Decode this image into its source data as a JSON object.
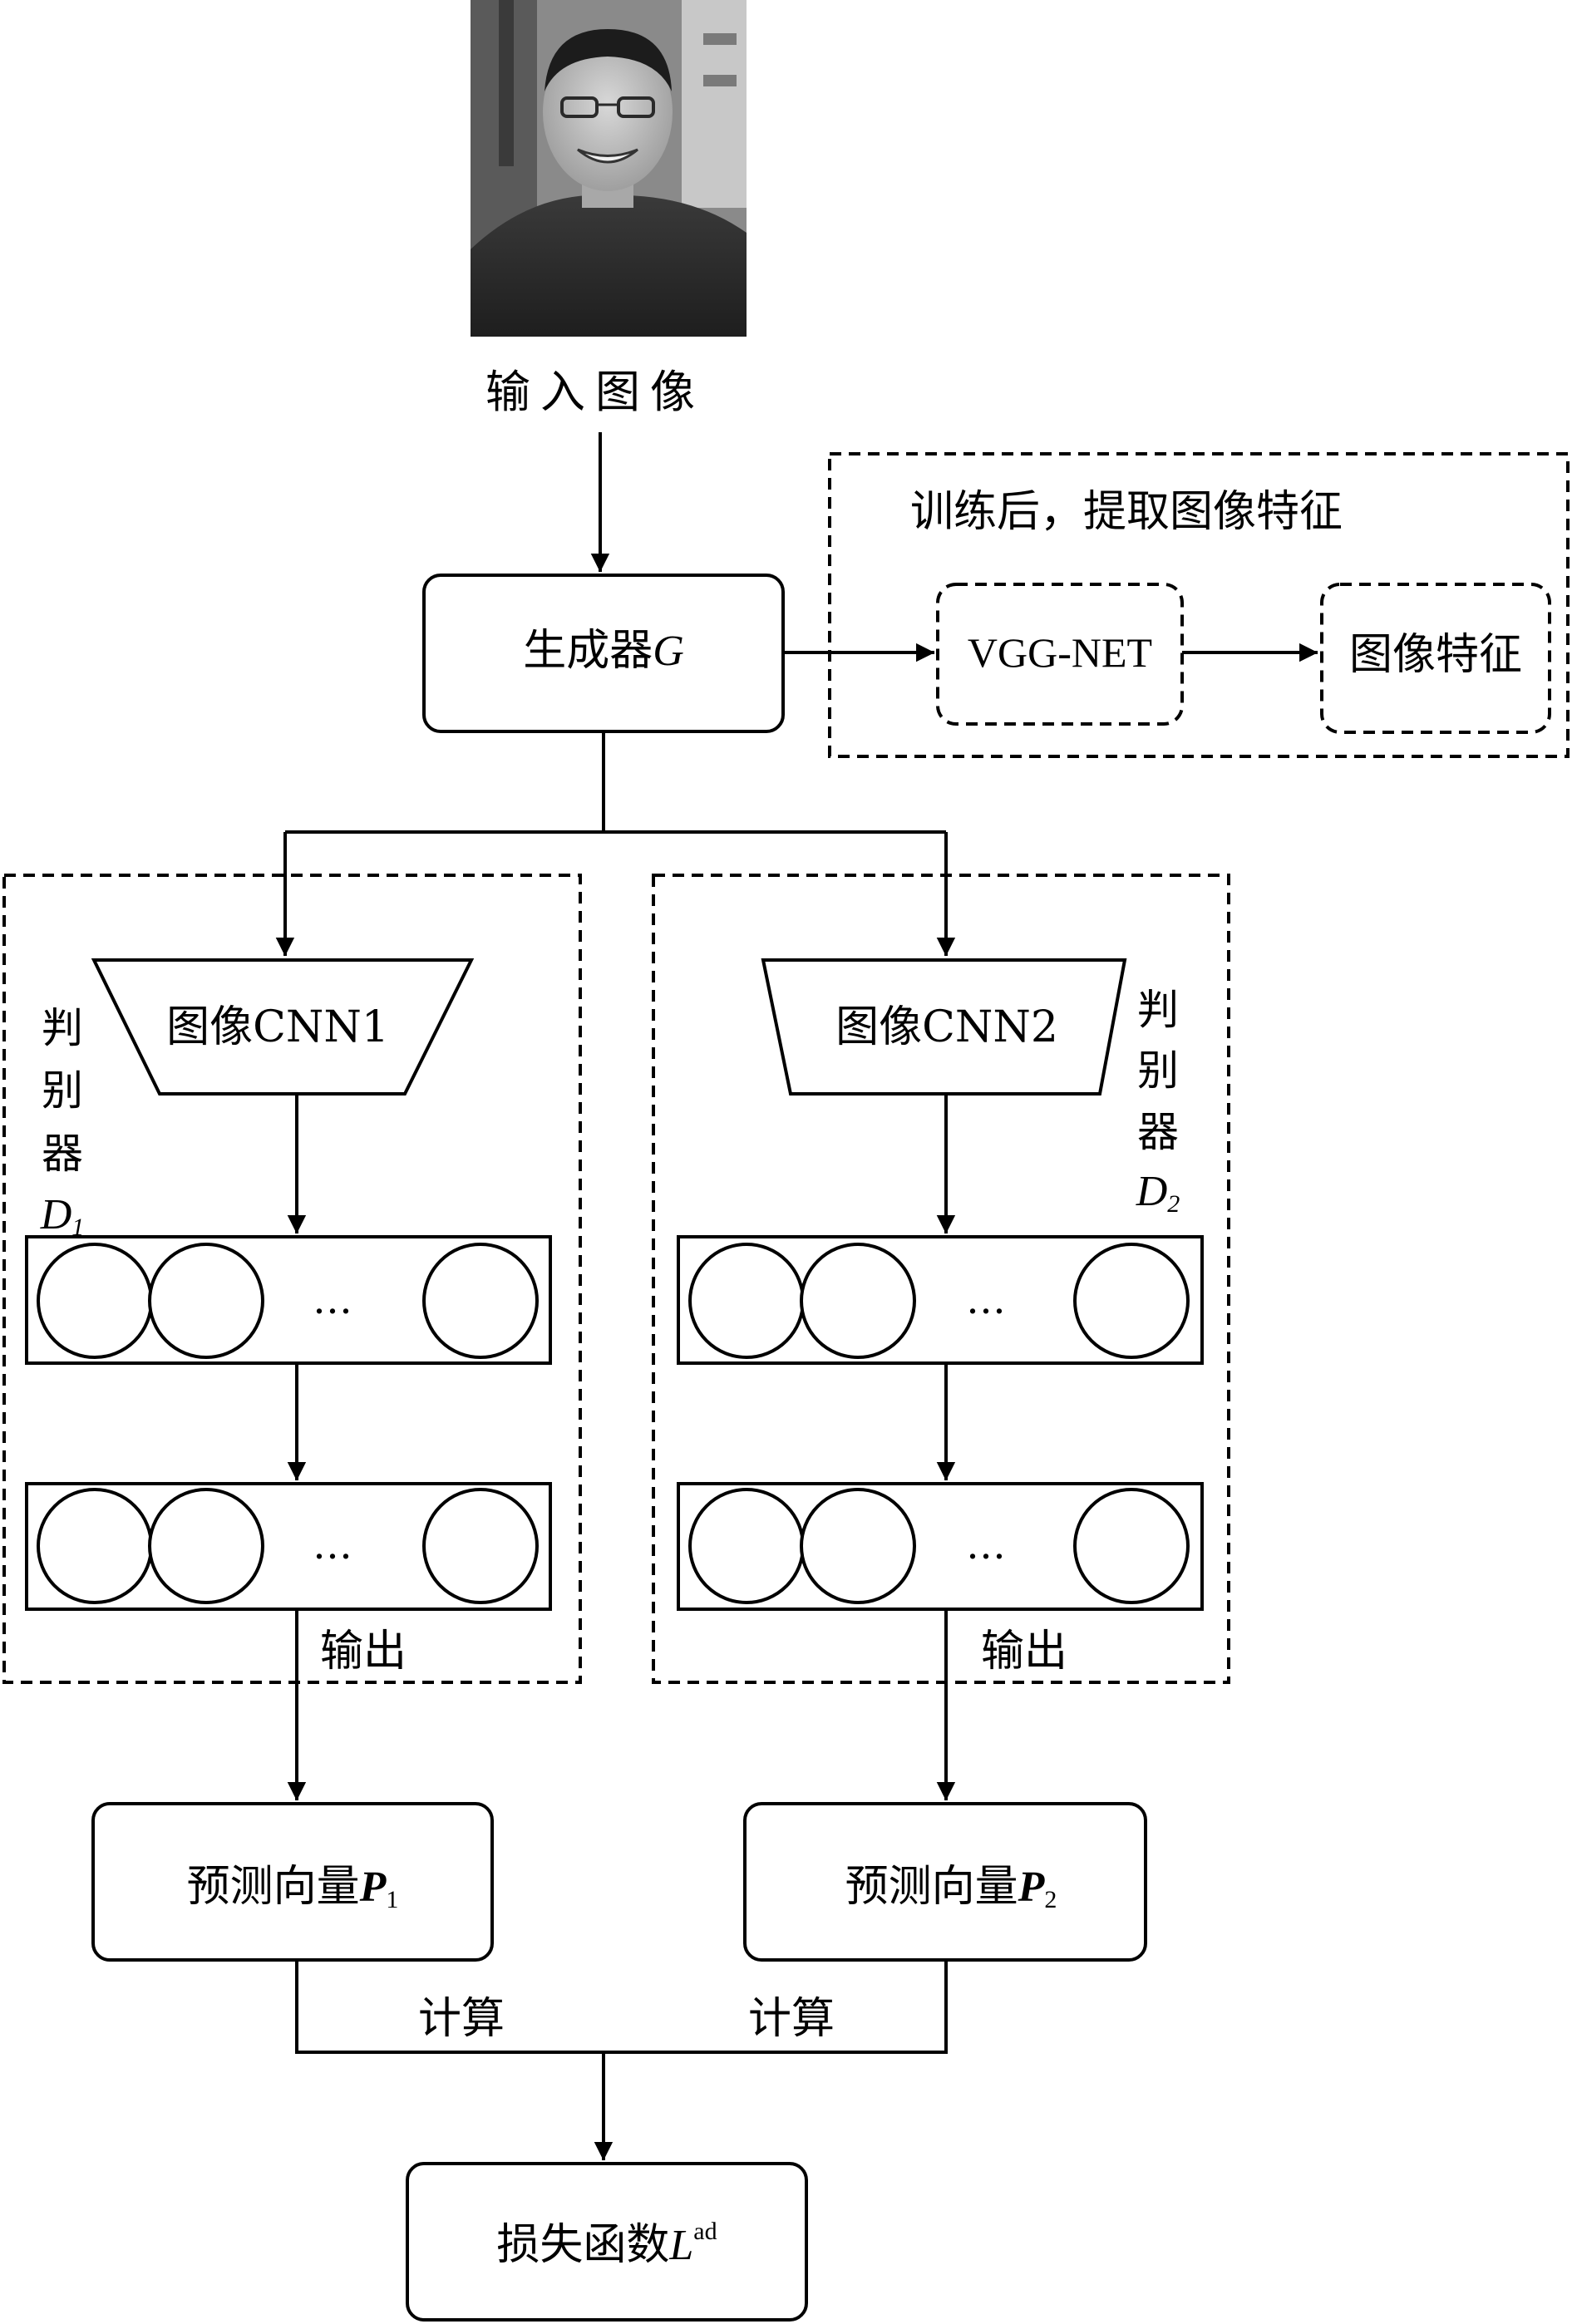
{
  "input_label": "输入图像",
  "generator": {
    "label": "生成器",
    "symbol": "G"
  },
  "feature_panel": {
    "title": "训练后，提取图像特征",
    "vgg": "VGG-NET",
    "feature": "图像特征"
  },
  "discriminator1": {
    "cnn": "图像CNN1",
    "side_label": [
      "判",
      "别",
      "器"
    ],
    "symbol": "D",
    "sub": "1",
    "output": "输出"
  },
  "discriminator2": {
    "cnn": "图像CNN2",
    "side_label": [
      "判",
      "别",
      "器"
    ],
    "symbol": "D",
    "sub": "2",
    "output": "输出"
  },
  "dots": "…",
  "pred1": {
    "label": "预测向量",
    "symbol": "P",
    "sub": "1"
  },
  "pred2": {
    "label": "预测向量",
    "symbol": "P",
    "sub": "2"
  },
  "calc_left": "计算",
  "calc_right": "计算",
  "loss": {
    "label": "损失函数",
    "symbol": "L",
    "sup": "ad"
  }
}
